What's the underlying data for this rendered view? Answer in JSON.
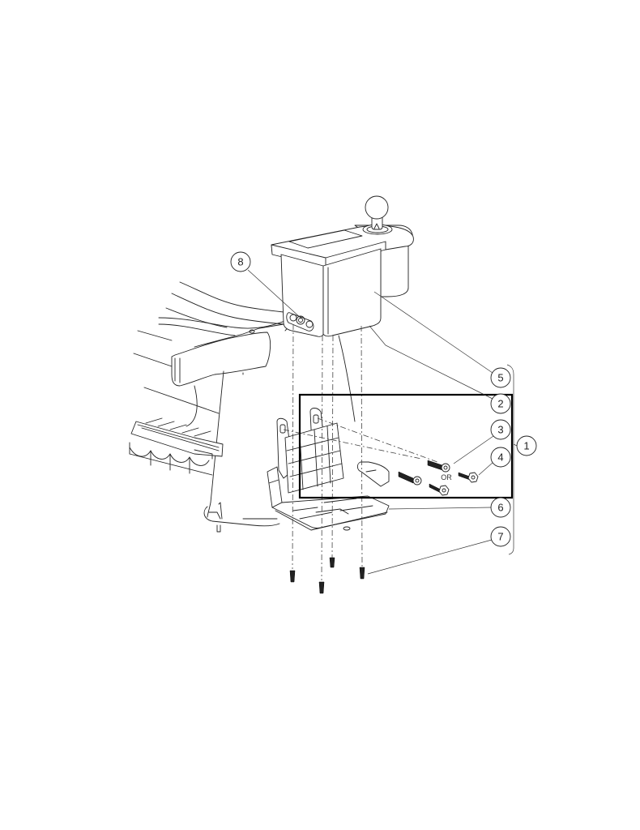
{
  "diagram": {
    "type": "exploded-parts-view",
    "background": "#ffffff",
    "line_color": "#222222",
    "callouts": [
      {
        "id": "1",
        "label": "1"
      },
      {
        "id": "2",
        "label": "2"
      },
      {
        "id": "3",
        "label": "3"
      },
      {
        "id": "4",
        "label": "4"
      },
      {
        "id": "5",
        "label": "5"
      },
      {
        "id": "6",
        "label": "6"
      },
      {
        "id": "7",
        "label": "7"
      },
      {
        "id": "8",
        "label": "8"
      }
    ],
    "annotations": {
      "or_text": "OR"
    },
    "kit_box": {
      "grouped_callouts": [
        "2",
        "3",
        "4"
      ],
      "bracket_callout": "1",
      "bracket_covers": [
        "5",
        "2",
        "3",
        "4",
        "6",
        "7"
      ]
    }
  }
}
